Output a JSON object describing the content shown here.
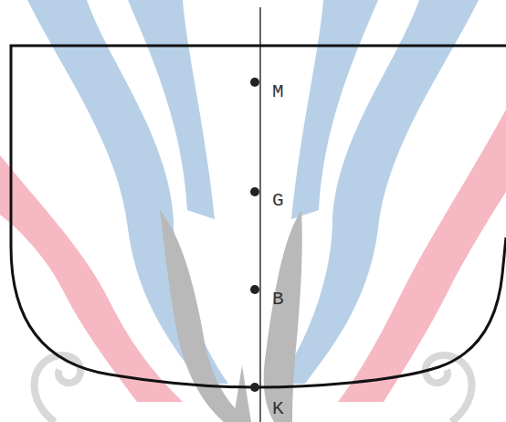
{
  "diagram": {
    "labels": [
      "M",
      "G",
      "B",
      "K"
    ]
  }
}
